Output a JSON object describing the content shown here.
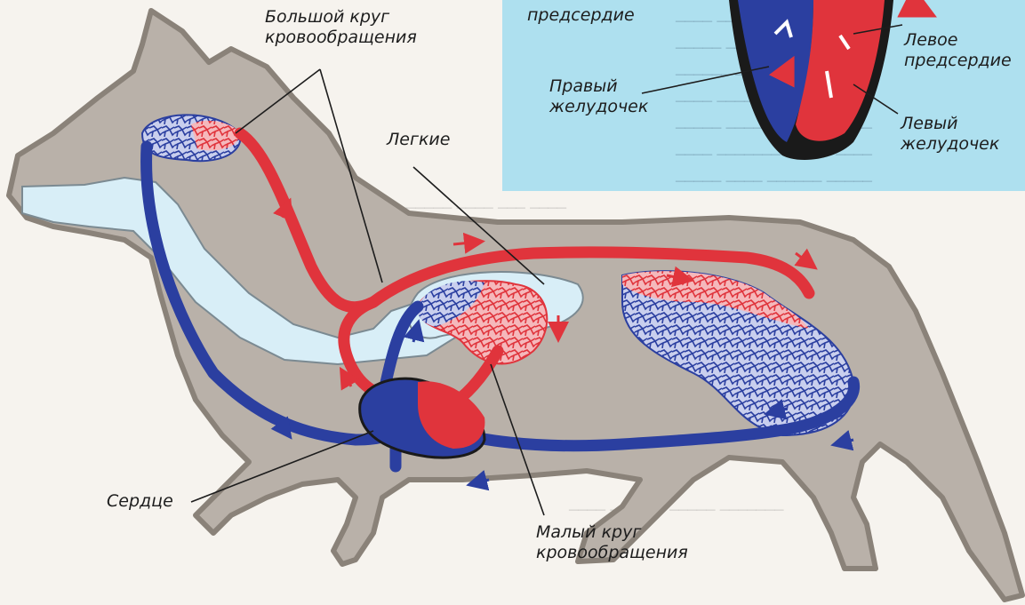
{
  "labels": {
    "big_circle": [
      "Большой круг",
      "кровообращения"
    ],
    "lungs": "Легкие",
    "heart": "Сердце",
    "small_circle": [
      "Малый круг",
      "кровообращения"
    ],
    "right_atrium_partial": "предсердие",
    "left_atrium": [
      "Левое",
      "предсердие"
    ],
    "right_ventricle": [
      "Правый",
      "желудочек"
    ],
    "left_ventricle": [
      "Левый",
      "желудочек"
    ]
  },
  "colors": {
    "arterial": "#e0343c",
    "venous": "#2b3fa0",
    "body": "#b9b1a9",
    "outline": "#8a8279",
    "lung_fill": "#d8eef7",
    "inset_bg": "#aee0ef"
  },
  "icons": [
    "flow-arrow-icon"
  ]
}
